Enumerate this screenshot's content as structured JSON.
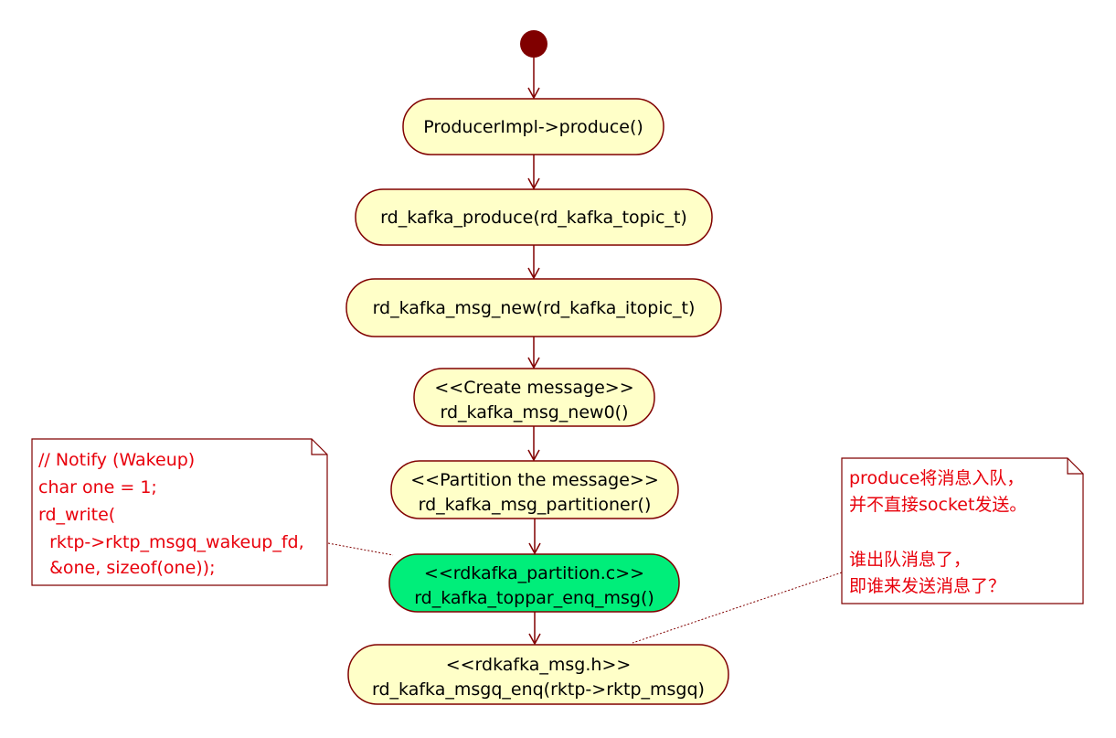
{
  "colors": {
    "activity_fill": "#ffffc8",
    "activity_stroke": "#800000",
    "highlight_fill": "#00ee7a",
    "start_node": "#800000",
    "arrow": "#800000",
    "note_text": "#e8000b",
    "note_stroke": "#800000",
    "anchor_line": "#800000"
  },
  "diagram": {
    "nodes": [
      {
        "id": "n1",
        "lines": [
          "ProducerImpl->produce()"
        ]
      },
      {
        "id": "n2",
        "lines": [
          "rd_kafka_produce(rd_kafka_topic_t)"
        ]
      },
      {
        "id": "n3",
        "lines": [
          "rd_kafka_msg_new(rd_kafka_itopic_t)"
        ]
      },
      {
        "id": "n4",
        "lines": [
          "<<Create message>>",
          "rd_kafka_msg_new0()"
        ]
      },
      {
        "id": "n5",
        "lines": [
          "<<Partition the message>>",
          "rd_kafka_msg_partitioner()"
        ]
      },
      {
        "id": "n6",
        "lines": [
          "<<rdkafka_partition.c>>",
          "rd_kafka_toppar_enq_msg()"
        ],
        "highlighted": true
      },
      {
        "id": "n7",
        "lines": [
          "<<rdkafka_msg.h>>",
          "rd_kafka_msgq_enq(rktp->rktp_msgq)"
        ]
      }
    ],
    "edges": [
      {
        "from": "start",
        "to": "n1"
      },
      {
        "from": "n1",
        "to": "n2"
      },
      {
        "from": "n2",
        "to": "n3"
      },
      {
        "from": "n3",
        "to": "n4"
      },
      {
        "from": "n4",
        "to": "n5"
      },
      {
        "from": "n5",
        "to": "n6"
      },
      {
        "from": "n6",
        "to": "n7"
      }
    ],
    "notes": [
      {
        "id": "note-left",
        "lines": [
          "// Notify (Wakeup)",
          "char one = 1;",
          "rd_write(",
          "  rktp->rktp_msgq_wakeup_fd,",
          "  &one, sizeof(one));"
        ],
        "attached_to": "n6"
      },
      {
        "id": "note-right",
        "lines": [
          "produce将消息入队，",
          "并不直接socket发送。",
          "",
          "谁出队消息了，",
          "即谁来发送消息了？"
        ],
        "attached_to": "n7"
      }
    ]
  }
}
